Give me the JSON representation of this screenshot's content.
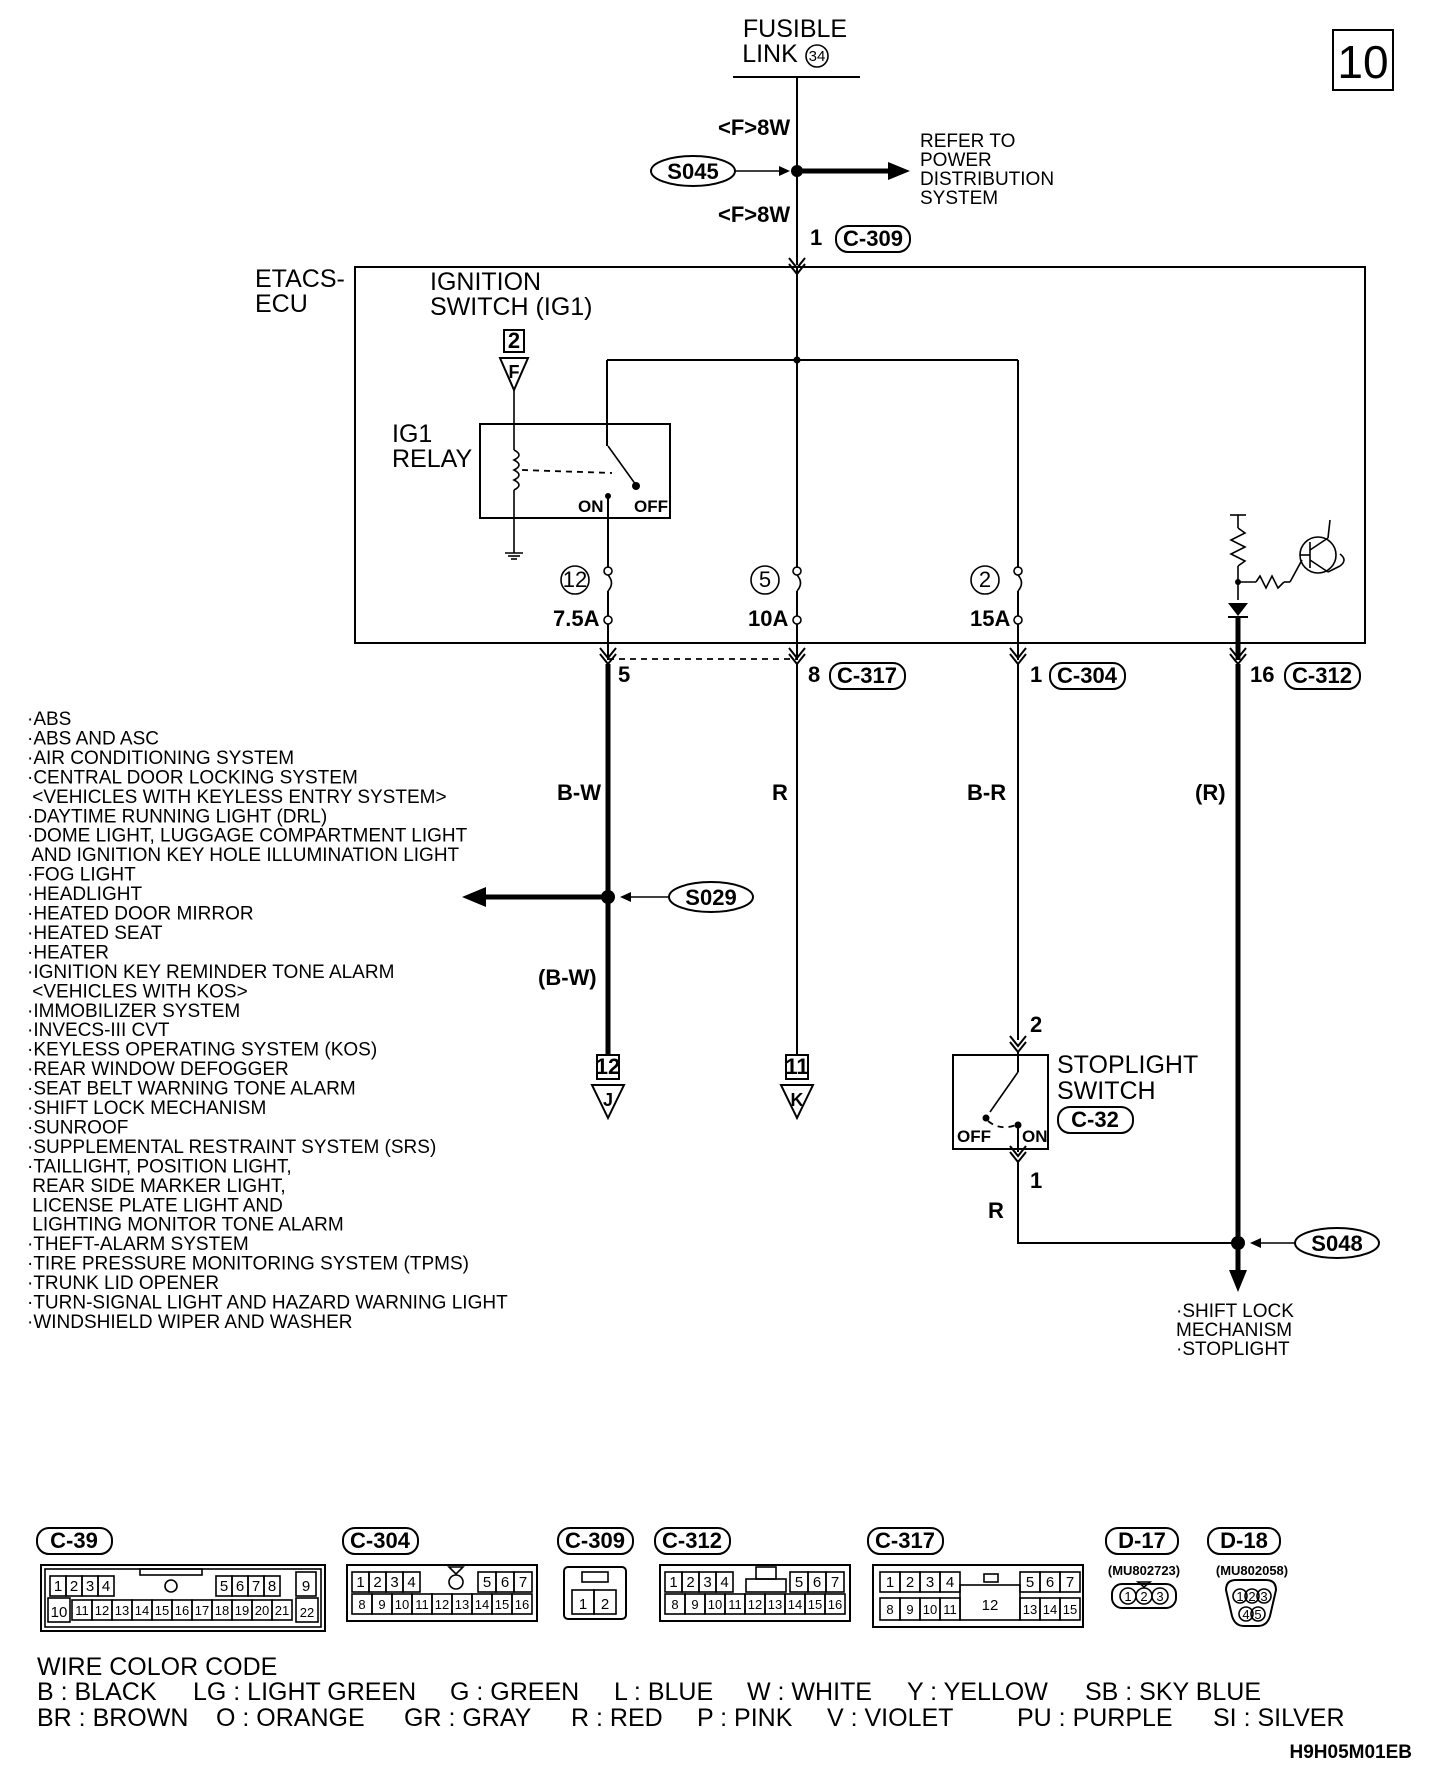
{
  "page_number": "10",
  "fusible_link": {
    "line1": "FUSIBLE",
    "line2": "LINK",
    "num": "34"
  },
  "wire_f8w_top": "<F>8W",
  "wire_f8w_bottom": "<F>8W",
  "splice_s045": "S045",
  "refer_to": [
    "REFER TO",
    "POWER",
    "DISTRIBUTION",
    "SYSTEM"
  ],
  "conn_c309_pin": "1",
  "conn_c309": "C-309",
  "etacs": [
    "ETACS-",
    "ECU"
  ],
  "ignition_switch": [
    "IGNITION",
    "SWITCH (IG1)"
  ],
  "relay_label": [
    "IG1",
    "RELAY"
  ],
  "relay_on": "ON",
  "relay_off": "OFF",
  "ref_f": {
    "num": "2",
    "letter": "F"
  },
  "fuses": [
    {
      "num": "12",
      "rating": "7.5A"
    },
    {
      "num": "5",
      "rating": "10A"
    },
    {
      "num": "2",
      "rating": "15A"
    }
  ],
  "out_pins": {
    "pin5": "5",
    "pin8": "8",
    "c317": "C-317",
    "pin1": "1",
    "c304": "C-304",
    "pin16": "16",
    "c312": "C-312"
  },
  "wire_colors": {
    "bw": "B-W",
    "r": "R",
    "br": "B-R",
    "r_paren": "(R)",
    "bw_paren": "(B-W)",
    "r_low": "R"
  },
  "splice_s029": "S029",
  "splice_s048": "S048",
  "ref_j": {
    "num": "12",
    "letter": "J"
  },
  "ref_k": {
    "num": "11",
    "letter": "K"
  },
  "stoplight": {
    "line1": "STOPLIGHT",
    "line2": "SWITCH",
    "conn": "C-32",
    "pin_top": "2",
    "pin_bottom": "1",
    "off": "OFF",
    "on": "ON"
  },
  "system_list": [
    "·ABS",
    "·ABS AND ASC",
    "·AIR CONDITIONING SYSTEM",
    "·CENTRAL DOOR LOCKING SYSTEM",
    " <VEHICLES WITH KEYLESS ENTRY SYSTEM>",
    "·DAYTIME RUNNING LIGHT (DRL)",
    "·DOME LIGHT, LUGGAGE COMPARTMENT LIGHT",
    " AND IGNITION KEY HOLE ILLUMINATION LIGHT",
    "·FOG LIGHT",
    "·HEADLIGHT",
    "·HEATED DOOR MIRROR",
    "·HEATED SEAT",
    "·HEATER",
    "·IGNITION KEY REMINDER TONE ALARM",
    " <VEHICLES WITH KOS>",
    "·IMMOBILIZER SYSTEM",
    "·INVECS-III CVT",
    "·KEYLESS OPERATING SYSTEM (KOS)",
    "·REAR WINDOW DEFOGGER",
    "·SEAT BELT WARNING TONE ALARM",
    "·SHIFT LOCK MECHANISM",
    "·SUNROOF",
    "·SUPPLEMENTAL RESTRAINT SYSTEM (SRS)",
    "·TAILLIGHT, POSITION LIGHT,",
    " REAR SIDE MARKER LIGHT,",
    " LICENSE PLATE LIGHT AND",
    " LIGHTING MONITOR TONE ALARM",
    "·THEFT-ALARM SYSTEM",
    "·TIRE PRESSURE MONITORING SYSTEM (TPMS)",
    "·TRUNK LID OPENER",
    "·TURN-SIGNAL LIGHT AND HAZARD WARNING LIGHT",
    "·WINDSHIELD WIPER AND WASHER"
  ],
  "shift_lock_list": [
    "·SHIFT LOCK",
    " MECHANISM",
    "·STOPLIGHT"
  ],
  "connectors": {
    "c39": {
      "name": "C-39",
      "top": [
        "1",
        "2",
        "3",
        "4",
        "5",
        "6",
        "7",
        "8",
        "9"
      ],
      "bottom": [
        "10",
        "11",
        "12",
        "13",
        "14",
        "15",
        "16",
        "17",
        "18",
        "19",
        "20",
        "21",
        "22"
      ]
    },
    "c304": {
      "name": "C-304",
      "top": [
        "1",
        "2",
        "3",
        "4",
        "5",
        "6",
        "7"
      ],
      "bottom": [
        "8",
        "9",
        "10",
        "11",
        "12",
        "13",
        "14",
        "15",
        "16"
      ]
    },
    "c309": {
      "name": "C-309",
      "pins": [
        "1",
        "2"
      ]
    },
    "c312": {
      "name": "C-312",
      "top": [
        "1",
        "2",
        "3",
        "4",
        "5",
        "6",
        "7"
      ],
      "bottom": [
        "8",
        "9",
        "10",
        "11",
        "12",
        "13",
        "14",
        "15",
        "16"
      ]
    },
    "c317": {
      "name": "C-317",
      "top": [
        "1",
        "2",
        "3",
        "4",
        "5",
        "6",
        "7"
      ],
      "bottom": [
        "8",
        "9",
        "10",
        "11",
        "12",
        "13",
        "14",
        "15"
      ]
    },
    "d17": {
      "name": "D-17",
      "part": "(MU802723)",
      "pins": [
        "1",
        "2",
        "3"
      ]
    },
    "d18": {
      "name": "D-18",
      "part": "(MU802058)",
      "pins": [
        "1",
        "2",
        "3",
        "4",
        "5"
      ]
    }
  },
  "wire_color_code": {
    "title": "WIRE COLOR CODE",
    "row1": [
      "B : BLACK",
      "LG : LIGHT GREEN",
      "G : GREEN",
      "L : BLUE",
      "W : WHITE",
      "Y : YELLOW",
      "SB : SKY BLUE"
    ],
    "row2": [
      "BR : BROWN",
      "O : ORANGE",
      "GR : GRAY",
      "R : RED",
      "P : PINK",
      "V : VIOLET",
      "PU : PURPLE",
      "SI : SILVER"
    ]
  },
  "figure_code": "H9H05M01EB"
}
